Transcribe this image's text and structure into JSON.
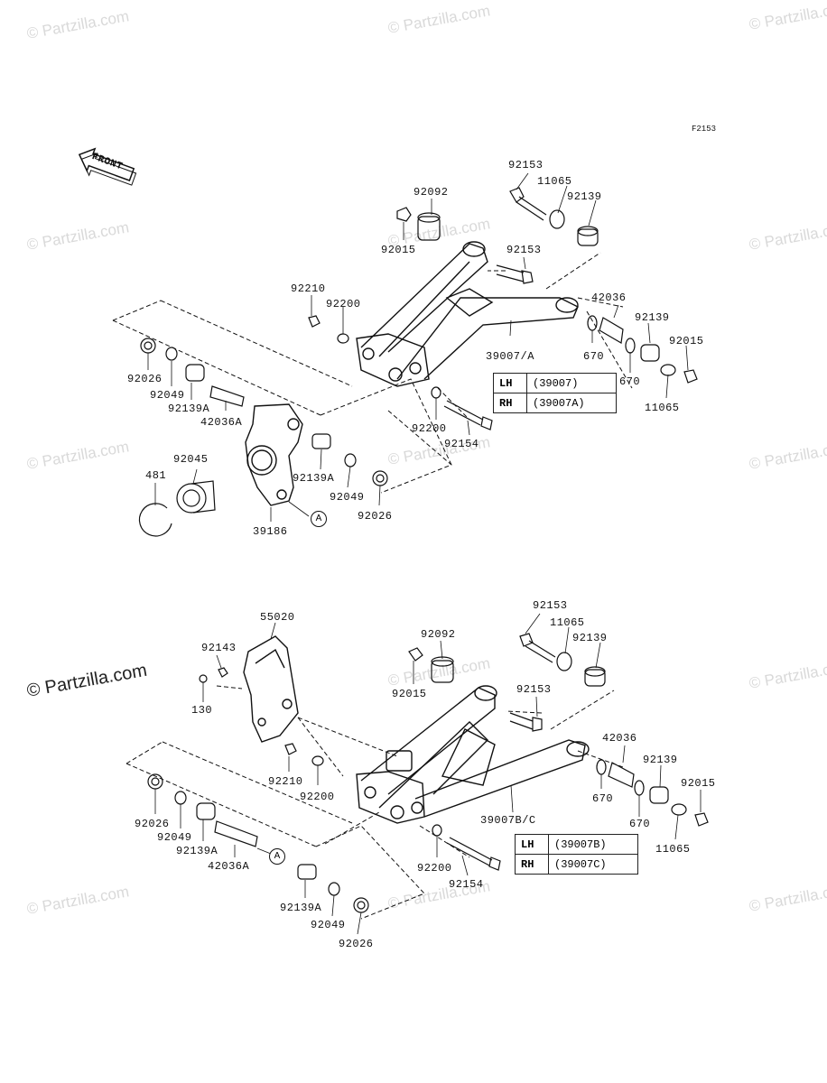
{
  "diagram_code": "F2153",
  "front_label": "FRONT",
  "watermark": "© Partzilla.com",
  "upper": {
    "labels": {
      "p92153a": "92153",
      "p11065a": "11065",
      "p92139a": "92139",
      "p92092": "92092",
      "p92015a": "92015",
      "p92153b": "92153",
      "p92210": "92210",
      "p92200a": "92200",
      "p42036": "42036",
      "p92139b": "92139",
      "p92015b": "92015",
      "p39007": "39007/A",
      "p670a": "670",
      "p670b": "670",
      "p11065b": "11065",
      "p92026a": "92026",
      "p92049a": "92049",
      "p92139Aa": "92139A",
      "p42036A": "42036A",
      "p92200b": "92200",
      "p92154": "92154",
      "p92045": "92045",
      "p481": "481",
      "p92139Ab": "92139A",
      "p92049b": "92049",
      "p92026b": "92026",
      "p39186": "39186",
      "markerA": "A"
    },
    "table": [
      {
        "side": "LH",
        "part": "(39007)"
      },
      {
        "side": "RH",
        "part": "(39007A)"
      }
    ]
  },
  "lower": {
    "labels": {
      "p55020": "55020",
      "p92143": "92143",
      "p130": "130",
      "p92153a": "92153",
      "p11065a": "11065",
      "p92139a": "92139",
      "p92092": "92092",
      "p92015a": "92015",
      "p92153b": "92153",
      "p42036": "42036",
      "p92139b": "92139",
      "p92015b": "92015",
      "p92210": "92210",
      "p92200a": "92200",
      "p670a": "670",
      "p670b": "670",
      "p11065b": "11065",
      "p39007": "39007B/C",
      "p92026a": "92026",
      "p92049a": "92049",
      "p92139Aa": "92139A",
      "p42036A": "42036A",
      "p92200b": "92200",
      "p92154": "92154",
      "p92139Ab": "92139A",
      "p92049b": "92049",
      "p92026b": "92026",
      "markerA": "A"
    },
    "table": [
      {
        "side": "LH",
        "part": "(39007B)"
      },
      {
        "side": "RH",
        "part": "(39007C)"
      }
    ]
  }
}
